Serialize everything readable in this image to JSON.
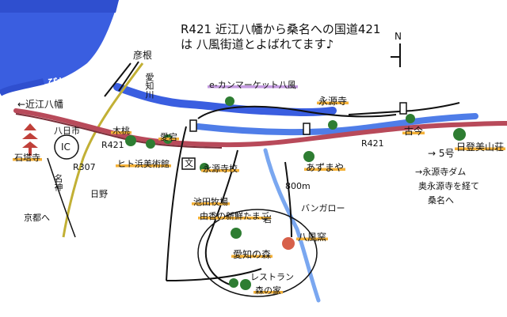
{
  "title": "R421 近江八幡から桑名への国道421は 八風街道とよばれてます♪",
  "compass": "N",
  "colors": {
    "lake": "#3a5ee0",
    "river": "#4f7de8",
    "route": "#b84a5a",
    "railway": "#c2b035",
    "highlight": "#f4b23a",
    "highlight_alt": "#c59be0",
    "tree": "#2e7d32",
    "shrine": "#d7604a"
  },
  "labels": {
    "lake": "びわ湖",
    "omi_hachiman": "←近江八幡",
    "hikone": "彦根",
    "echigawa": "愛知川",
    "e_market": "e-カンマーケット八風",
    "eigenji": "永源寺",
    "kokin": "古今",
    "hatsuchi": "日登美山荘",
    "r421_left": "R421",
    "r421_right": "R421",
    "kiboku": "木桃",
    "hitohama": "ヒト浜美術館",
    "higashi": "八日市",
    "ic": "IC",
    "r307": "R307",
    "ishidera": "石塔寺",
    "meishin": "名神",
    "kyoto": "京都へ",
    "hino": "日野",
    "aigu": "愛宕",
    "eigenji_school": "永源寺校",
    "azumaya": "あずまや",
    "ikeda": "池田牧場",
    "kumano_shinkou": "由香の新鮮たまご",
    "bungalow": "バンガロー",
    "hachikoku": "八風窯",
    "distance": "800m",
    "aichi_forest": "愛知の森",
    "restaurant_1": "レストラン",
    "restaurant_2": "森の家",
    "dam_1": "→永源寺ダム",
    "dam_2": "奥永源寺を経て",
    "dam_3": "桑名へ",
    "tosaka": "→ 5号",
    "fuji": "岩",
    "bunkyo": "文"
  }
}
